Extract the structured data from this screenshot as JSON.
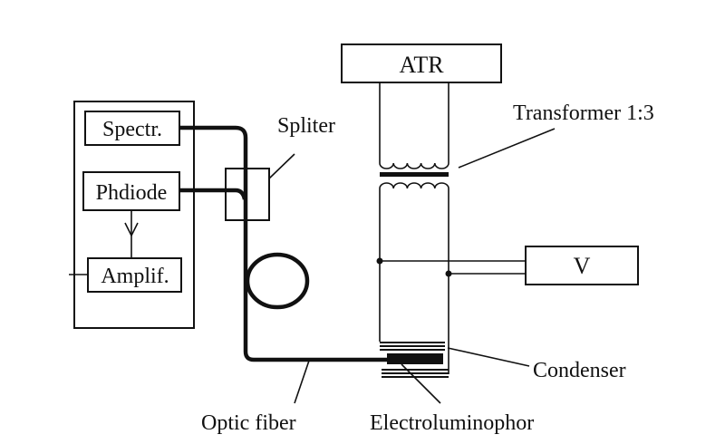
{
  "diagram": {
    "components": {
      "spectrometer": "Spectr.",
      "photodiode": "Phdiode",
      "amplifier": "Amplif.",
      "atr": "ATR",
      "voltmeter": "V"
    },
    "annotations": {
      "splitter": "Spliter",
      "transformer": "Transformer 1:3",
      "condenser": "Condenser",
      "optic_fiber": "Optic fiber",
      "electroluminophor": "Electroluminophor"
    }
  }
}
